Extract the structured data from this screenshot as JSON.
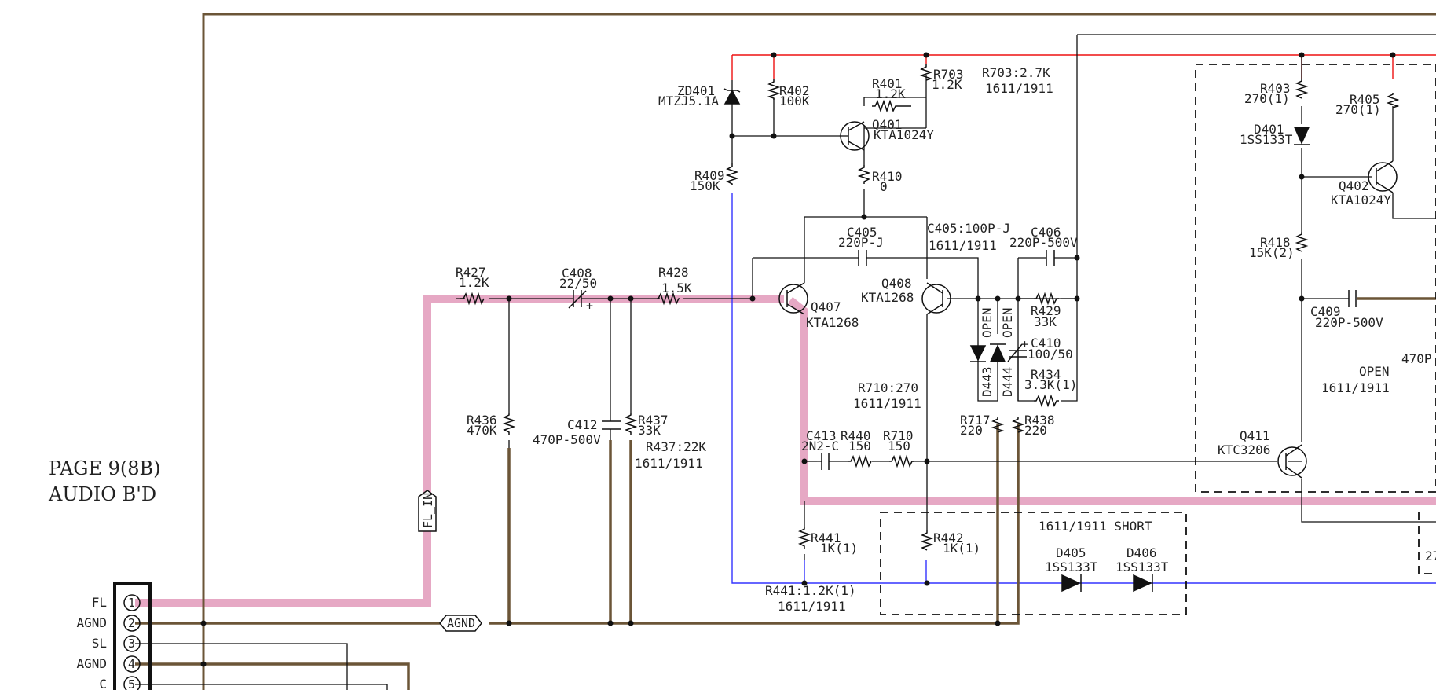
{
  "page": {
    "line1": "PAGE 9(8B)",
    "line2": "AUDIO B'D"
  },
  "connector": {
    "pins": [
      {
        "name": "FL",
        "num": "1"
      },
      {
        "name": "AGND",
        "num": "2"
      },
      {
        "name": "SL",
        "num": "3"
      },
      {
        "name": "AGND",
        "num": "4"
      },
      {
        "name": "C",
        "num": "5"
      }
    ]
  },
  "tags": {
    "fl_in": "FL_IN",
    "agnd": "AGND"
  },
  "components": {
    "zd401": {
      "ref": "ZD401",
      "value": "MTZJ5.1A"
    },
    "r402": {
      "ref": "R402",
      "value": "100K"
    },
    "r401": {
      "ref": "R401",
      "value": "1.2K"
    },
    "r703": {
      "ref": "R703",
      "value": "1.2K"
    },
    "q401": {
      "ref": "Q401",
      "value": "KTA1024Y"
    },
    "r409": {
      "ref": "R409",
      "value": "150K"
    },
    "r410": {
      "ref": "R410",
      "value": "0"
    },
    "c405": {
      "ref": "C405",
      "value": "220P-J"
    },
    "c406": {
      "ref": "C406",
      "value": "220P-500V"
    },
    "r427": {
      "ref": "R427",
      "value": "1.2K"
    },
    "c408": {
      "ref": "C408",
      "value": "22/50"
    },
    "r428": {
      "ref": "R428",
      "value": "1.5K"
    },
    "q407": {
      "ref": "Q407",
      "value": "KTA1268"
    },
    "q408": {
      "ref": "Q408",
      "value": "KTA1268"
    },
    "r429": {
      "ref": "R429",
      "value": "33K"
    },
    "c410": {
      "ref": "C410",
      "value": "100/50"
    },
    "r434": {
      "ref": "R434",
      "value": "3.3K(1)"
    },
    "d443": {
      "ref": "D443",
      "value": "OPEN"
    },
    "d444": {
      "ref": "D444",
      "value": "OPEN"
    },
    "r436": {
      "ref": "R436",
      "value": "470K"
    },
    "c412": {
      "ref": "C412",
      "value": "470P-500V"
    },
    "r437": {
      "ref": "R437",
      "value": "33K"
    },
    "c413": {
      "ref": "C413",
      "value": "2N2-C"
    },
    "r440": {
      "ref": "R440",
      "value": "150"
    },
    "r710": {
      "ref": "R710",
      "value": "150"
    },
    "r717": {
      "ref": "R717",
      "value": "220"
    },
    "r438": {
      "ref": "R438",
      "value": "220"
    },
    "r441": {
      "ref": "R441",
      "value": "1K(1)"
    },
    "r442": {
      "ref": "R442",
      "value": "1K(1)"
    },
    "d405": {
      "ref": "D405",
      "value": "1SS133T"
    },
    "d406": {
      "ref": "D406",
      "value": "1SS133T"
    },
    "r403": {
      "ref": "R403",
      "value": "270(1)"
    },
    "r405": {
      "ref": "R405",
      "value": "270(1)"
    },
    "d401": {
      "ref": "D401",
      "value": "1SS133T"
    },
    "q402": {
      "ref": "Q402",
      "value": "KTA1024Y"
    },
    "r418": {
      "ref": "R418",
      "value": "15K(2)"
    },
    "c409": {
      "ref": "C409",
      "value": "220P-500V"
    },
    "q411": {
      "ref": "Q411",
      "value": "KTC3206"
    }
  },
  "notes": {
    "r703": {
      "l1": "R703:2.7K",
      "l2": "1611/1911"
    },
    "c405": {
      "l1": "C405:100P-J",
      "l2": "1611/1911"
    },
    "r710": {
      "l1": "R710:270",
      "l2": "1611/1911"
    },
    "r437": {
      "l1": "R437:22K",
      "l2": "1611/1911"
    },
    "r441": {
      "l1": "R441:1.2K(1)",
      "l2": "1611/1911"
    },
    "short": "1611/1911 SHORT",
    "open": {
      "l1": "OPEN",
      "l2": "1611/1911"
    },
    "partial_470p": "470P",
    "partial_27": "27"
  },
  "colors": {
    "highlight": "#e6a8c4",
    "bus": "#6b5537",
    "supply": "#e11111",
    "ground": "#3333ff"
  }
}
